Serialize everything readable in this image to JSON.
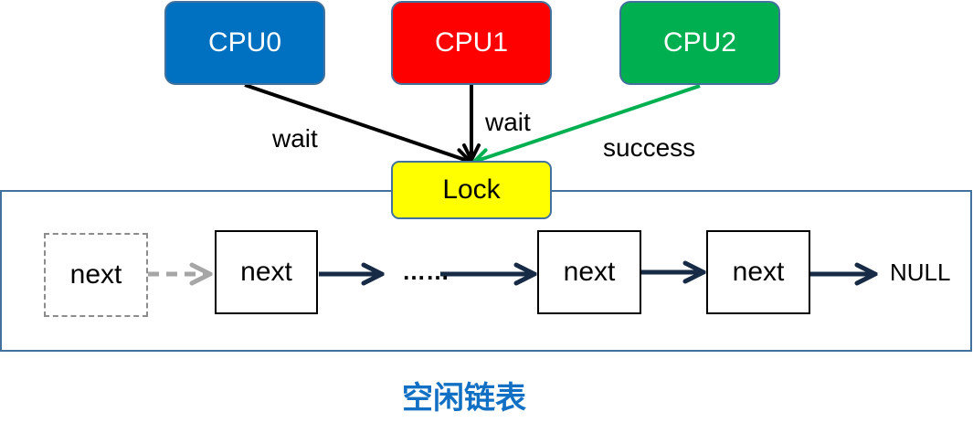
{
  "cpus": [
    {
      "label": "CPU0",
      "color": "#0070c0"
    },
    {
      "label": "CPU1",
      "color": "#ff0000"
    },
    {
      "label": "CPU2",
      "color": "#00b050"
    }
  ],
  "edges": [
    {
      "from": "CPU0",
      "to": "Lock",
      "label": "wait",
      "color": "#000000"
    },
    {
      "from": "CPU1",
      "to": "Lock",
      "label": "wait",
      "color": "#000000"
    },
    {
      "from": "CPU2",
      "to": "Lock",
      "label": "success",
      "color": "#00b050"
    }
  ],
  "lock": {
    "label": "Lock",
    "color": "#ffff00"
  },
  "list": {
    "nodes": [
      {
        "label": "next",
        "style": "dashed"
      },
      {
        "label": "next",
        "style": "solid"
      },
      {
        "label": "next",
        "style": "solid"
      },
      {
        "label": "next",
        "style": "solid"
      }
    ],
    "ellipsis": "……",
    "terminator": "NULL",
    "link_color": "#172b46",
    "ghost_link_color": "#a6a6a6"
  },
  "caption": "空闲链表",
  "caption_color": "#1170c4"
}
